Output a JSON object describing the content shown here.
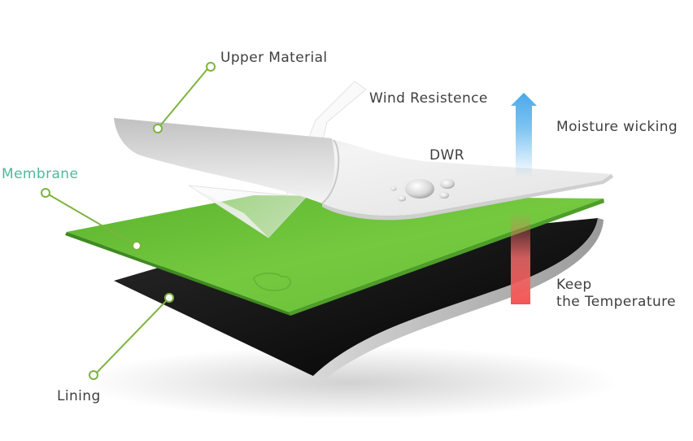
{
  "labels": {
    "upper_material": "Upper Material",
    "wind_resistance": "Wind Resistence",
    "dwr": "DWR",
    "moisture_wicking": "Moisture wicking",
    "membrane": "Membrane",
    "keep_line1": "Keep",
    "keep_line2": "the Temperature",
    "lining": "Lining"
  },
  "colors": {
    "leader_line": "#7db340",
    "membrane_label": "#4fb99a",
    "text": "#3f3f3f",
    "membrane_layer": "#6fc23a",
    "lining_layer": "#1c1c1c",
    "upper_layer": "#eeeeee",
    "moisture_arrow": "#6bbcf0",
    "temperature_arrow": "#f06a6a"
  }
}
